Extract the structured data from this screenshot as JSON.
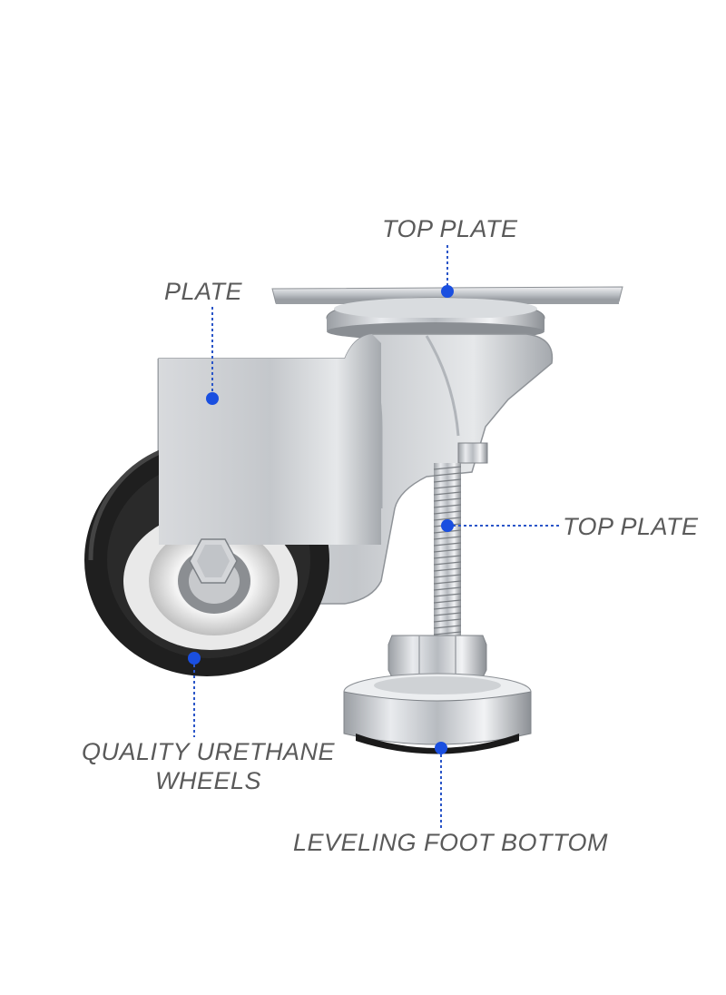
{
  "labels": {
    "top_plate": "TOP PLATE",
    "plate": "PLATE",
    "stem": "TOP PLATE",
    "wheels_line1": "QUALITY URETHANE",
    "wheels_line2": "WHEELS",
    "leveling_foot": "LEVELING FOOT BOTTOM"
  },
  "colors": {
    "callout_dot": "#1a4fe0",
    "callout_line": "#2a55c8",
    "label_text": "#5a5a5a",
    "metal": "#c9ccd0",
    "wheel_tread": "#1e1e1e",
    "wheel_hub": "#e8e8e8"
  }
}
